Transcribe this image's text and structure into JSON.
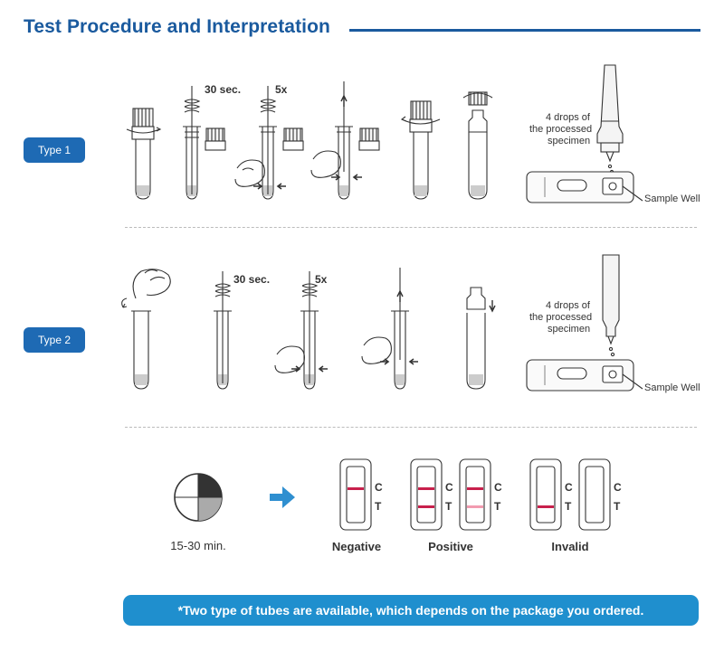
{
  "header": {
    "title": "Test Procedure and Interpretation"
  },
  "type1": {
    "label": "Type 1",
    "time_label": "30 sec.",
    "repeat_label": "5x",
    "drops_label": [
      "4 drops of",
      "the processed",
      "specimen"
    ],
    "sample_well_label": "Sample Well"
  },
  "type2": {
    "label": "Type 2",
    "time_label": "30 sec.",
    "repeat_label": "5x",
    "drops_label": [
      "4 drops of",
      "the processed",
      "specimen"
    ],
    "sample_well_label": "Sample Well"
  },
  "result": {
    "wait_label": "15-30 min.",
    "c_label": "C",
    "t_label": "T",
    "negative_label": "Negative",
    "positive_label": "Positive",
    "invalid_label": "Invalid"
  },
  "colors": {
    "brand_blue": "#1a5a9e",
    "pill_blue": "#1e6ab4",
    "note_blue": "#1f8fce",
    "line_red": "#c8204c",
    "line_pink": "#f29bb0"
  },
  "footer": {
    "note": "*Two type of tubes are available, which depends on the package you ordered."
  }
}
